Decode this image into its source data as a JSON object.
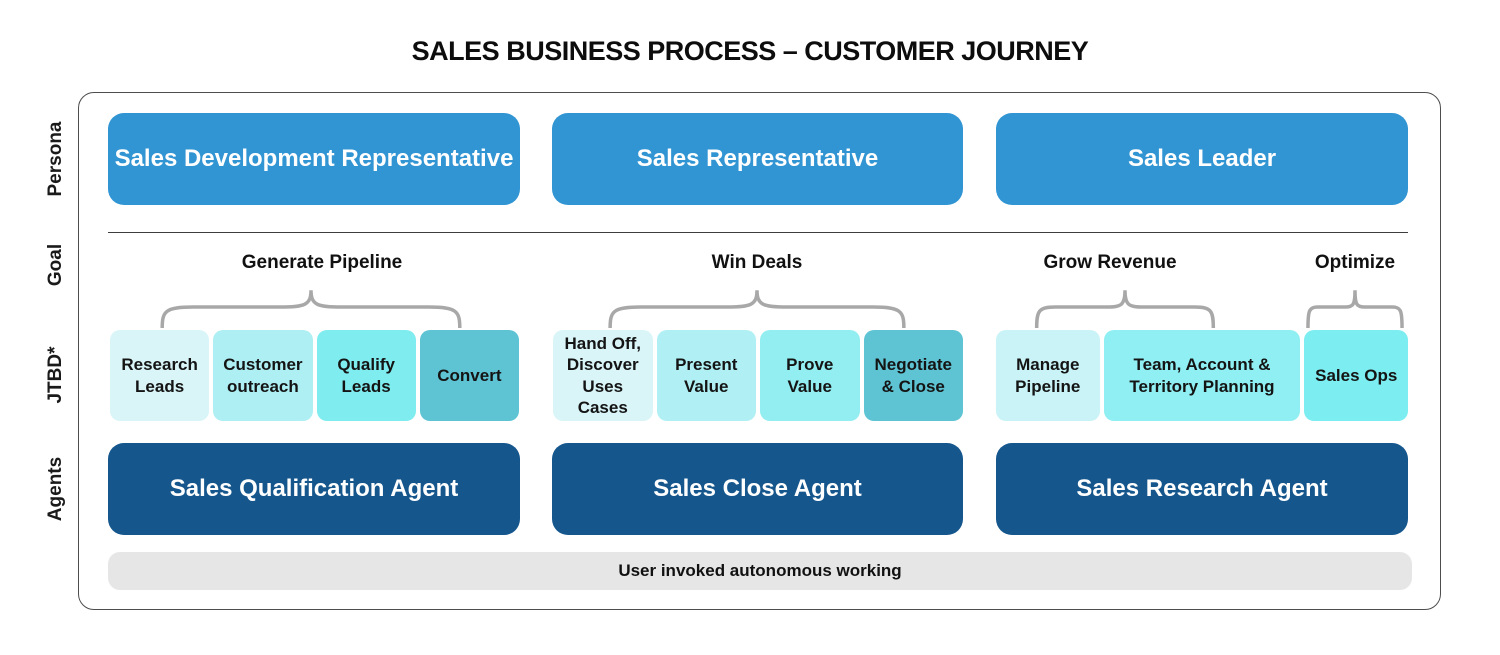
{
  "title": "SALES BUSINESS PROCESS – CUSTOMER JOURNEY",
  "row_labels": [
    "Persona",
    "Goal",
    "JTBD*",
    "Agents"
  ],
  "colors": {
    "persona_bg": "#3295d3",
    "agent_bg": "#15568c",
    "brace": "#a8a8a8",
    "footer_bg": "#e6e6e6",
    "frame_border": "#4d4d4d"
  },
  "personas": [
    {
      "label": "Sales Development Representative"
    },
    {
      "label": "Sales Representative"
    },
    {
      "label": "Sales Leader"
    }
  ],
  "goals": [
    {
      "label": "Generate Pipeline"
    },
    {
      "label": "Win Deals"
    },
    {
      "label": "Grow Revenue"
    },
    {
      "label": "Optimize"
    }
  ],
  "jtbd": {
    "groups": [
      {
        "items": [
          {
            "label": "Research Leads",
            "bg": "#d9f5f8"
          },
          {
            "label": "Customer outreach",
            "bg": "#aeeff3"
          },
          {
            "label": "Qualify Leads",
            "bg": "#7fecef"
          },
          {
            "label": "Convert",
            "bg": "#5ec4d4"
          }
        ]
      },
      {
        "items": [
          {
            "label": "Hand Off, Discover Uses Cases",
            "bg": "#d9f5f8"
          },
          {
            "label": "Present Value",
            "bg": "#b0f0f4"
          },
          {
            "label": "Prove Value",
            "bg": "#93eef1"
          },
          {
            "label": "Negotiate & Close",
            "bg": "#5ec4d4"
          }
        ]
      },
      {
        "items": [
          {
            "label": "Manage Pipeline",
            "bg": "#c9f3f7"
          },
          {
            "label": "Team, Account & Territory Planning",
            "bg": "#8feff2"
          },
          {
            "label": "Sales Ops",
            "bg": "#7cedf0"
          }
        ]
      }
    ]
  },
  "agents": [
    {
      "label": "Sales Qualification Agent"
    },
    {
      "label": "Sales Close Agent"
    },
    {
      "label": "Sales Research Agent"
    }
  ],
  "footer": {
    "label": "User invoked autonomous working"
  }
}
